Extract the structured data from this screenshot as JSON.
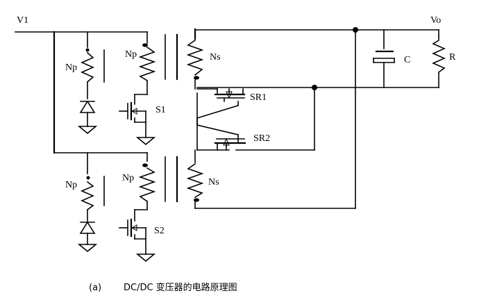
{
  "labels": {
    "v1": "V1",
    "vo": "Vo",
    "np_aux_top": "Np",
    "np_pri_top": "Np",
    "ns_top": "Ns",
    "s1": "S1",
    "sr1": "SR1",
    "sr2": "SR2",
    "cap_c": "C",
    "res_r": "R",
    "np_aux_bot": "Np",
    "np_pri_bot": "Np",
    "ns_bot": "Ns",
    "s2": "S2"
  },
  "caption": {
    "index": "(a)",
    "text": "DC/DC 变压器的电路原理图"
  }
}
